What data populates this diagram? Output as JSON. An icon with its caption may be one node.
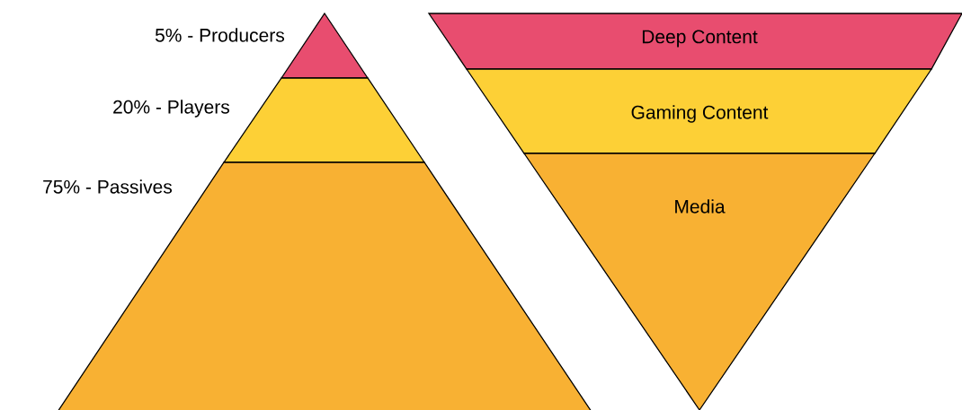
{
  "diagram": {
    "nodes": [
      {
        "text": [],
        "shape": "triangle",
        "beside": [
          "5% - Producers"
        ]
      },
      {
        "text": [],
        "shape": "band",
        "beside": [
          "20% - Players"
        ]
      },
      {
        "text": [],
        "shape": "band",
        "beside": [
          "75% - Passives"
        ]
      },
      {
        "text": [
          "Deep Content"
        ]
      },
      {
        "text": [
          "Gaming Content"
        ]
      },
      {
        "text": [
          "Media"
        ]
      }
    ]
  }
}
